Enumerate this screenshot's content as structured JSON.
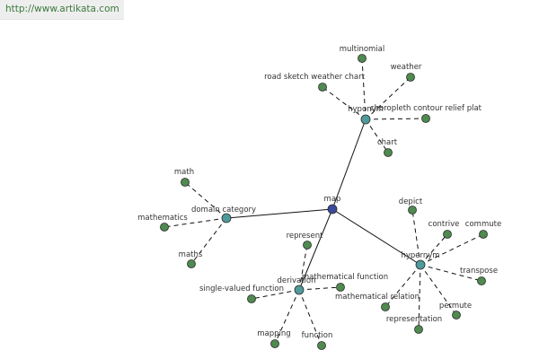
{
  "site": {
    "url": "http://www.artikata.com"
  },
  "colors": {
    "root": "#3b4a9a",
    "relation": "#4f9a9a",
    "leaf": "#4f8a4f"
  },
  "graph": {
    "root": {
      "id": "map",
      "label": "map"
    },
    "relations": [
      {
        "id": "hyponym",
        "label": "hyponym",
        "leaves": [
          "multinomial",
          "weather",
          "choropleth contour relief plat",
          "chart",
          "road sketch weather chart"
        ]
      },
      {
        "id": "domain",
        "label": "domain category",
        "leaves": [
          "math",
          "mathematics",
          "maths"
        ]
      },
      {
        "id": "hypernym",
        "label": "hypernym",
        "leaves": [
          "depict",
          "contrive",
          "commute",
          "transpose",
          "permute",
          "representation",
          "mathematical relation"
        ]
      },
      {
        "id": "derivation",
        "label": "derivation",
        "leaves": [
          "represent",
          "mathematical function",
          "single-valued function",
          "mapping",
          "function"
        ]
      }
    ]
  }
}
